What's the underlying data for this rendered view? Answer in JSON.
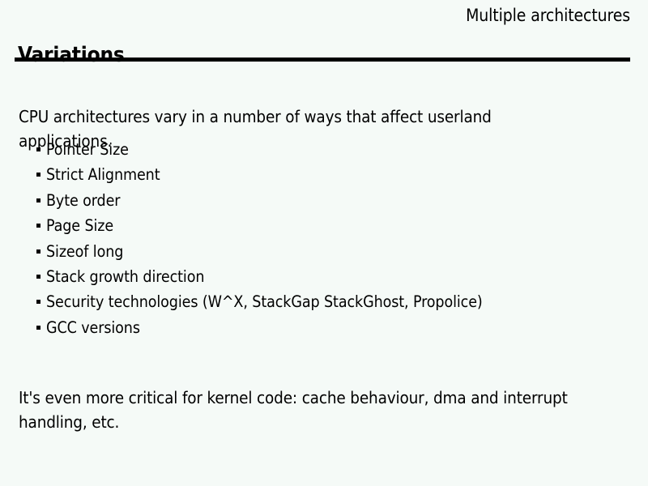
{
  "slide": {
    "subject": "Multiple architectures",
    "title": "Variations",
    "lead_paragraph": "CPU architectures vary in a number of ways that affect userland applications.",
    "bullets": [
      {
        "label": "Pointer Size"
      },
      {
        "label": "Strict Alignment"
      },
      {
        "label": "Byte order"
      },
      {
        "label": "Page Size"
      },
      {
        "label": "Sizeof long"
      },
      {
        "label": "Stack growth direction"
      },
      {
        "label": "Security technologies (W^X, StackGap StackGhost, Propolice)"
      },
      {
        "label": "GCC versions"
      }
    ],
    "closing_paragraph": "It's even more critical for kernel code: cache behaviour, dma and interrupt handling, etc.",
    "colors": {
      "background": "#f5faf7",
      "text": "#000000",
      "rule": "#000000"
    }
  }
}
